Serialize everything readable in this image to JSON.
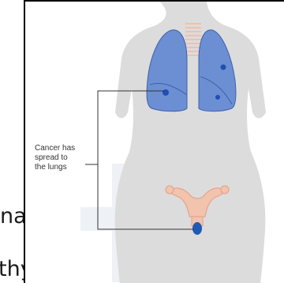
{
  "background_text": {
    "line1": "nal",
    "line2": "thy"
  },
  "diagram": {
    "callout": "Cancer has\nspread to\nthe lungs",
    "colors": {
      "body": "#d9d9d9",
      "lung_fill": "#6c8fd4",
      "lung_stroke": "#3f5fa8",
      "tumor": "#1f4fb0",
      "trachea": "#f2c9b8",
      "uterus": "#f2c3ad",
      "cervix_tumor": "#1e5ab5",
      "watermark": "#e9edf3",
      "leader_line": "#333333"
    }
  }
}
